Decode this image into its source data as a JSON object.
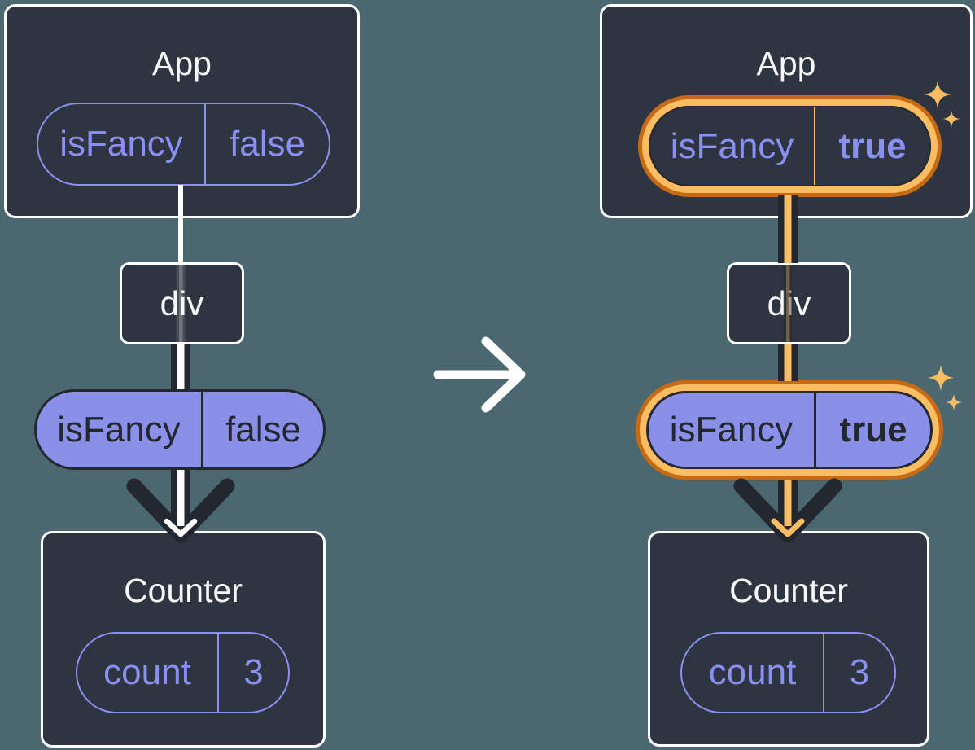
{
  "figure": "react-state-passed-down-comparison",
  "colors": {
    "background": "#4B6770",
    "card_background": "#2E3440",
    "card_border": "#FFFFFF",
    "purple_outline_text": "#8A90F2",
    "purple_pill_fill": "#8A90E8",
    "dark_ink": "#23272F",
    "highlight_orange_dark": "#C76A15",
    "highlight_orange_light": "#FABD62",
    "connector_white": "#FFFFFF",
    "title_text": "#F6F7F9"
  },
  "transition": {
    "arrow_icon": "right-arrow",
    "sparkle_icon": "sparkle-4-point"
  },
  "panels": {
    "before": {
      "app": {
        "title": "App",
        "prop": {
          "name": "isFancy",
          "value": "false"
        }
      },
      "div_label": "div",
      "prop_pill": {
        "name": "isFancy",
        "value": "false"
      },
      "counter": {
        "title": "Counter",
        "state": {
          "name": "count",
          "value": "3"
        }
      }
    },
    "after": {
      "app": {
        "title": "App",
        "prop": {
          "name": "isFancy",
          "value": "true"
        }
      },
      "div_label": "div",
      "prop_pill": {
        "name": "isFancy",
        "value": "true"
      },
      "counter": {
        "title": "Counter",
        "state": {
          "name": "count",
          "value": "3"
        }
      }
    }
  }
}
